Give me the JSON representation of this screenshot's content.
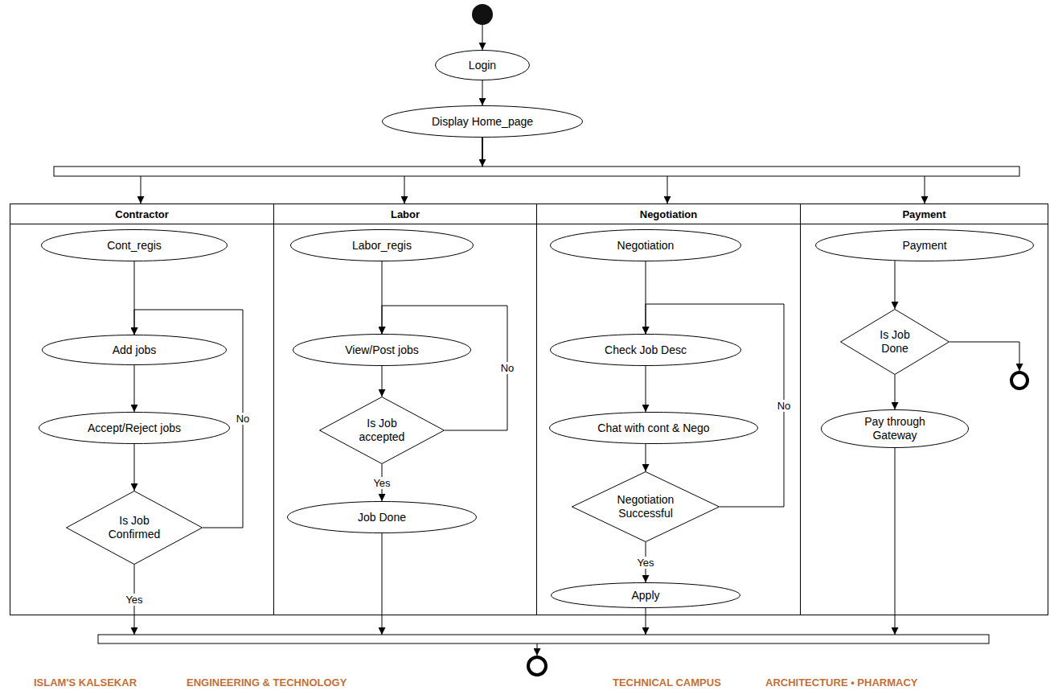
{
  "diagram": {
    "nodes": [
      {
        "text": [
          "Login"
        ]
      },
      {
        "text": [
          "Display Home_page"
        ]
      },
      {
        "text": [
          "Contractor"
        ]
      },
      {
        "text": [
          "Cont_regis"
        ],
        "in": 2
      },
      {
        "text": [
          "Add jobs"
        ],
        "in": 2
      },
      {
        "text": [
          "Accept/Reject jobs"
        ],
        "in": 2
      },
      {
        "text": [
          "Is Job Confirmed"
        ],
        "in": 2
      },
      {
        "text": [
          "Labor"
        ]
      },
      {
        "text": [
          "Labor_regis"
        ],
        "in": 7
      },
      {
        "text": [
          "View/Post jobs"
        ],
        "in": 7
      },
      {
        "text": [
          "Is Job accepted"
        ],
        "in": 7
      },
      {
        "text": [
          "Job Done"
        ],
        "in": 7
      },
      {
        "text": [
          "Negotiation"
        ]
      },
      {
        "text": [
          "Negotiation"
        ],
        "in": 12
      },
      {
        "text": [
          "Check Job Desc"
        ],
        "in": 12
      },
      {
        "text": [
          "Chat with cont & Nego"
        ],
        "in": 12
      },
      {
        "text": [
          "Negotiation Successful"
        ],
        "in": 12
      },
      {
        "text": [
          "Apply"
        ],
        "in": 12
      },
      {
        "text": [
          "Payment"
        ]
      },
      {
        "text": [
          "Payment"
        ],
        "in": 18
      },
      {
        "text": [
          "Is Job Done"
        ],
        "in": 18
      },
      {
        "text": [
          "Pay through Gateway"
        ],
        "in": 18
      }
    ],
    "edges": [
      {
        "from": 0,
        "to": 1,
        "arrow": "to"
      },
      {
        "from": 1,
        "to": 2,
        "arrow": "to"
      },
      {
        "from": 1,
        "to": 7,
        "arrow": "to"
      },
      {
        "from": 1,
        "to": 12,
        "arrow": "to"
      },
      {
        "from": 1,
        "to": 18,
        "arrow": "to"
      },
      {
        "from": 3,
        "to": 4,
        "arrow": "to"
      },
      {
        "from": 4,
        "to": 5,
        "arrow": "to"
      },
      {
        "from": 5,
        "to": 6,
        "arrow": "to"
      },
      {
        "from": 6,
        "to": 4,
        "label": "No",
        "arrow": "to"
      },
      {
        "from": 8,
        "to": 9,
        "arrow": "to"
      },
      {
        "from": 9,
        "to": 10,
        "arrow": "to"
      },
      {
        "from": 10,
        "to": 9,
        "label": "No",
        "arrow": "to"
      },
      {
        "from": 10,
        "to": 11,
        "label": "Yes",
        "arrow": "to"
      },
      {
        "from": 13,
        "to": 14,
        "arrow": "to"
      },
      {
        "from": 14,
        "to": 15,
        "arrow": "to"
      },
      {
        "from": 15,
        "to": 16,
        "arrow": "to"
      },
      {
        "from": 16,
        "to": 14,
        "label": "No",
        "arrow": "to"
      },
      {
        "from": 16,
        "to": 17,
        "label": "Yes",
        "arrow": "to"
      },
      {
        "from": 19,
        "to": 20,
        "arrow": "to"
      },
      {
        "from": 20,
        "to": 21,
        "arrow": "to"
      }
    ],
    "labels": [
      "Yes",
      "ISLAM'S KALSEKAR",
      "ENGINEERING & TECHNOLOGY",
      "TECHNICAL CAMPUS",
      "ARCHITECTURE • PHARMACY"
    ]
  }
}
